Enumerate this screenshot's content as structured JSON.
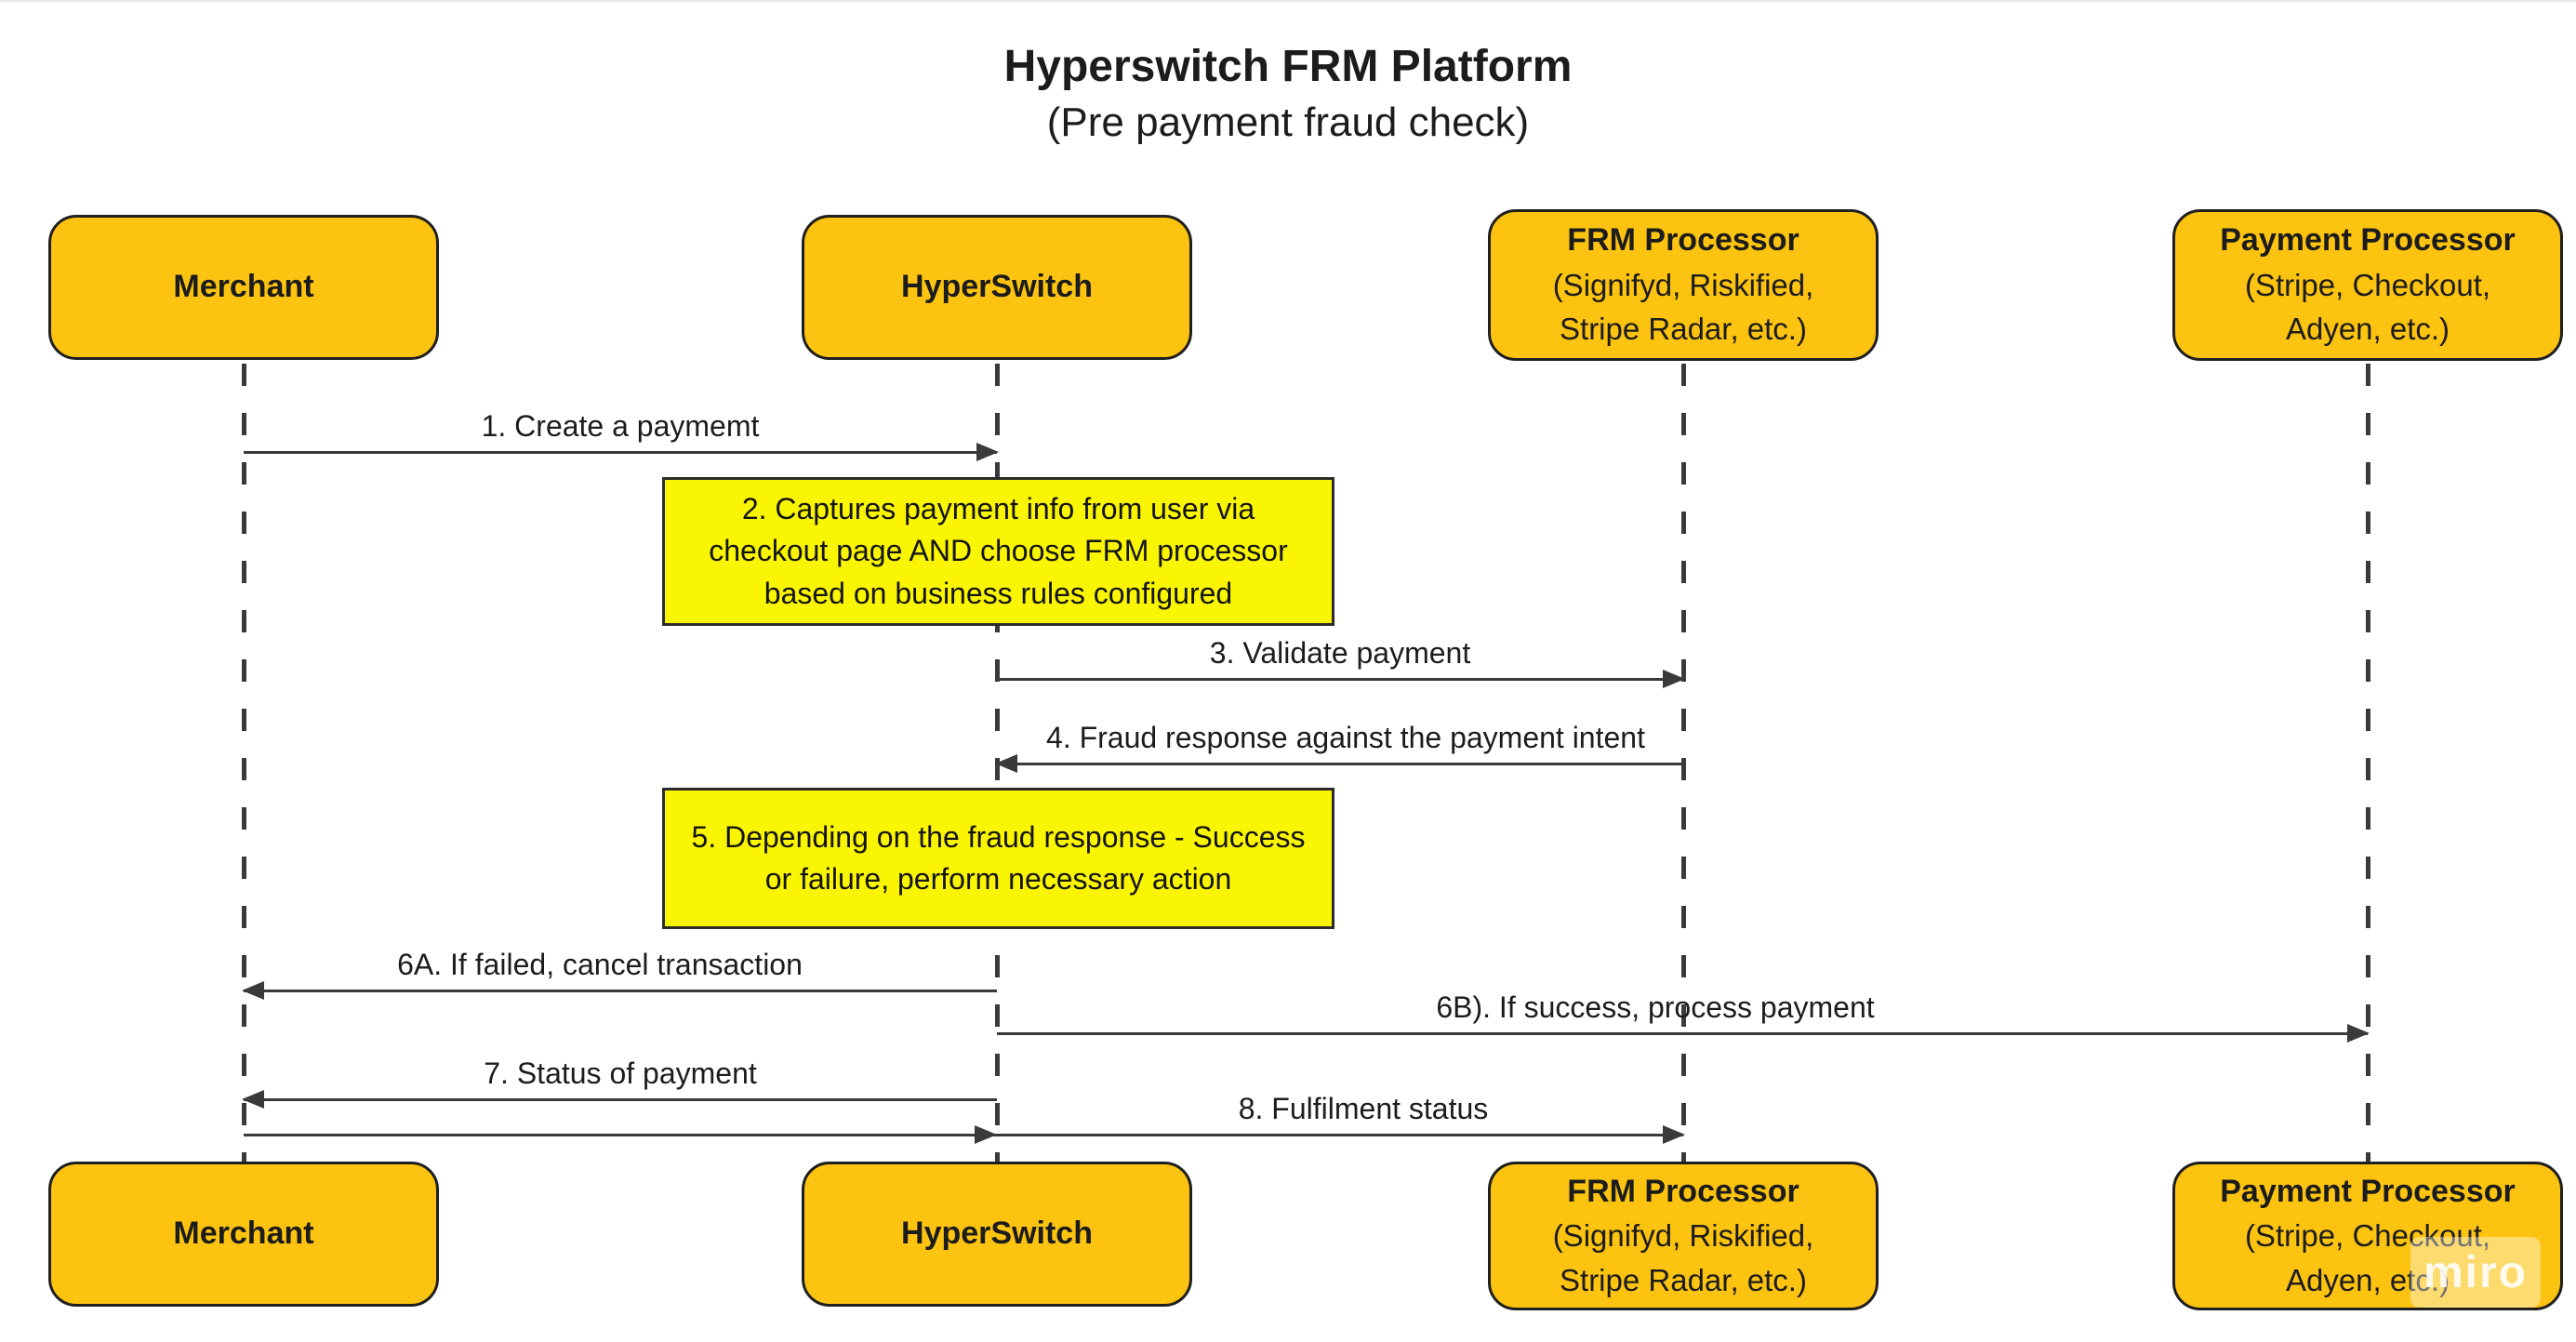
{
  "title": {
    "line1": "Hyperswitch FRM Platform",
    "line2": "(Pre payment fraud check)"
  },
  "actors": [
    {
      "name": "Merchant",
      "sub": []
    },
    {
      "name": "HyperSwitch",
      "sub": []
    },
    {
      "name": "FRM Processor",
      "sub": [
        "(Signifyd, Riskified,",
        "Stripe Radar, etc.)"
      ]
    },
    {
      "name": "Payment Processor",
      "sub": [
        "(Stripe, Checkout,",
        "Adyen, etc.)"
      ]
    }
  ],
  "messages": [
    {
      "label": "1. Create a paymemt",
      "from": "Merchant",
      "to": "HyperSwitch",
      "direction": "right"
    },
    {
      "label": "3. Validate payment",
      "from": "HyperSwitch",
      "to": "FRM Processor",
      "direction": "right"
    },
    {
      "label": "4. Fraud response against the payment intent",
      "from": "FRM Processor",
      "to": "HyperSwitch",
      "direction": "left"
    },
    {
      "label": "6A. If failed, cancel transaction",
      "from": "HyperSwitch",
      "to": "Merchant",
      "direction": "left"
    },
    {
      "label": "6B). If success, process payment",
      "from": "HyperSwitch",
      "to": "Payment Processor",
      "direction": "right"
    },
    {
      "label": "7. Status of payment",
      "from": "HyperSwitch",
      "to": "Merchant",
      "direction": "left"
    },
    {
      "label": "8. Fulfilment status",
      "from": "Merchant",
      "to": "FRM Processor",
      "direction": "right"
    }
  ],
  "notes": [
    {
      "text": "2. Captures payment info from user via checkout page AND choose FRM processor based on business rules configured"
    },
    {
      "text": "5. Depending on the fraud response - Success or failure, perform necessary action"
    }
  ],
  "watermark": "miro",
  "colors": {
    "actor_fill": "#FCC310",
    "actor_border": "#1f1f1f",
    "note_fill": "#FAF502",
    "line": "#3a3a3a",
    "text": "#1c1c1c"
  }
}
